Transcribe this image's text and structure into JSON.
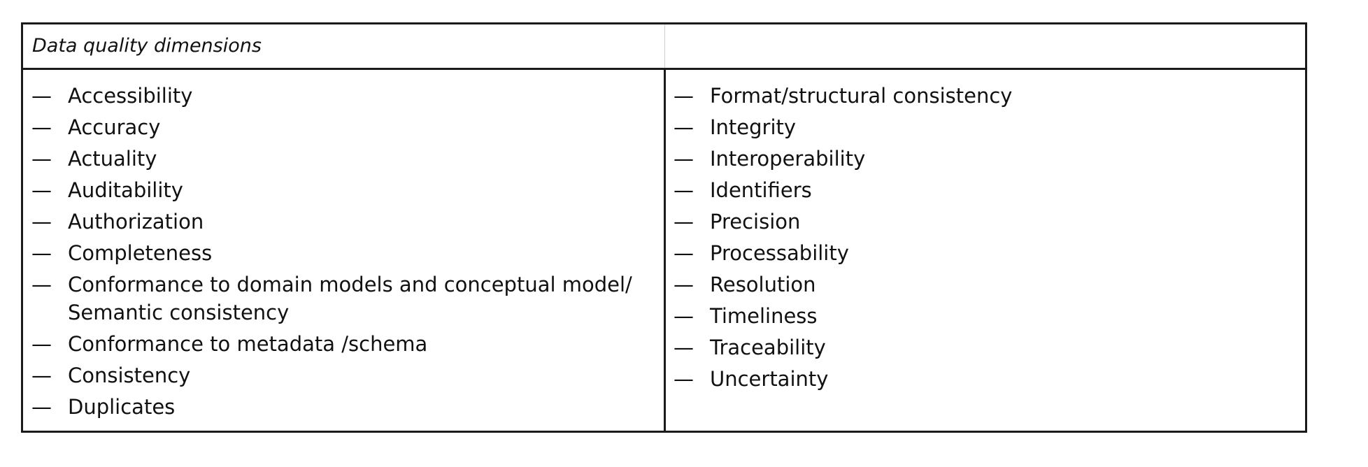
{
  "table": {
    "header": "Data quality dimensions",
    "bullet": "—",
    "left_items": [
      "Accessibility",
      "Accuracy",
      "Actuality",
      "Auditability",
      "Authorization",
      "Completeness",
      "Conformance to domain models and conceptual model/ Semantic consistency",
      "Conformance to metadata /schema",
      "Consistency",
      "Duplicates"
    ],
    "right_items": [
      "Format/structural consistency",
      "Integrity",
      "Interoperability",
      "Identifiers",
      "Precision",
      "Processability",
      "Resolution",
      "Timeliness",
      "Traceability",
      "Uncertainty"
    ]
  }
}
